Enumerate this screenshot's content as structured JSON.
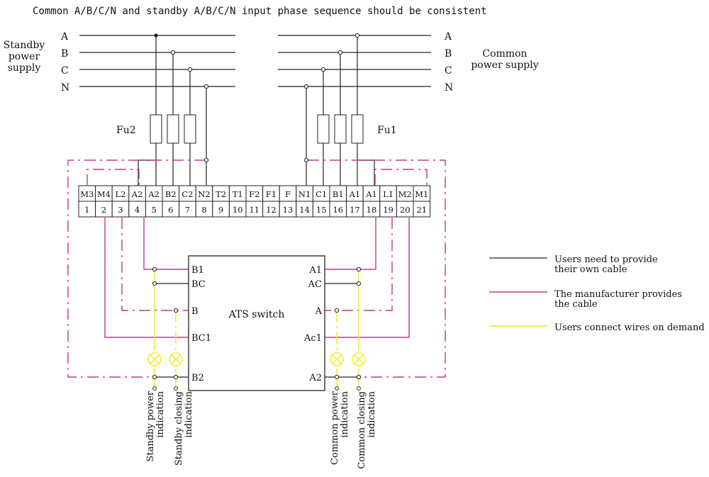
{
  "header": {
    "note": "Common A/B/C/N and standby A/B/C/N input phase sequence should be consistent"
  },
  "standby": {
    "label_line1": "Standby",
    "label_line2": "power",
    "label_line3": "supply",
    "fuse": "Fu2"
  },
  "common": {
    "label_line1": "Common",
    "label_line2": "power supply",
    "fuse": "Fu1"
  },
  "phases": [
    "A",
    "B",
    "C",
    "N"
  ],
  "terminals": {
    "top": [
      "M3",
      "M4",
      "L2",
      "A2",
      "A2",
      "B2",
      "C2",
      "N2",
      "T2",
      "T1",
      "F2",
      "F1",
      "F",
      "N1",
      "C1",
      "B1",
      "A1",
      "A1",
      "L1",
      "M2",
      "M1"
    ],
    "bottom": [
      "1",
      "2",
      "3",
      "4",
      "5",
      "6",
      "7",
      "8",
      "9",
      "10",
      "11",
      "12",
      "13",
      "14",
      "15",
      "16",
      "17",
      "18",
      "19",
      "20",
      "21"
    ]
  },
  "ats": {
    "title": "ATS switch",
    "left_pins": [
      "B1",
      "BC",
      "B",
      "BC1",
      "B2"
    ],
    "right_pins": [
      "A1",
      "AC",
      "A",
      "Ac1",
      "A2"
    ]
  },
  "indicators": {
    "standby_power_1": "Standby power",
    "standby_power_2": "indication",
    "standby_closing_1": "Standby closing",
    "standby_closing_2": "indication",
    "common_power_1": "Common power",
    "common_power_2": "indication",
    "common_closing_1": "Common closing",
    "common_closing_2": "indication"
  },
  "legend": {
    "black_1": "Users need to provide",
    "black_2": "their own cable",
    "magenta_1": "The manufacturer provides",
    "magenta_2": "the cable",
    "yellow": "Users connect wires on demand"
  },
  "colors": {
    "user_cable": "#222222",
    "manufacturer_cable": "#c2388f",
    "on_demand": "#f2ea3c"
  }
}
